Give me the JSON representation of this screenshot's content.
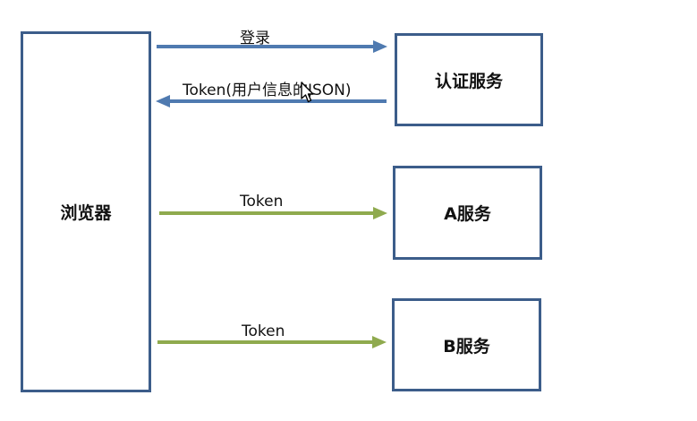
{
  "nodes": {
    "browser": "浏览器",
    "auth_service": "认证服务",
    "a_service": "A服务",
    "b_service": "B服务"
  },
  "edges": {
    "login": "登录",
    "token_user_info": "Token(用户信息的JSON)",
    "token_to_a": "Token",
    "token_to_b": "Token"
  },
  "colors": {
    "box_border": "#3c5d8a",
    "auth_arrow": "#4f7ab0",
    "token_arrow": "#8faa4e"
  },
  "icons": {
    "cursor": "mouse-pointer-icon"
  }
}
